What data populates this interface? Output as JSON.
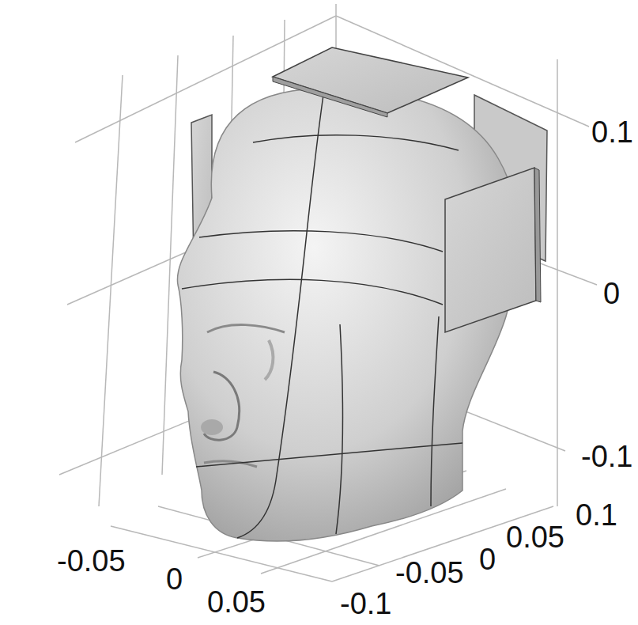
{
  "diagram": {
    "labels": [
      "0.1",
      "0",
      "-0.1",
      "-0.05",
      "0",
      "0.05",
      "-0.1",
      "-0.05",
      "0",
      "0.05",
      "0.1"
    ]
  }
}
